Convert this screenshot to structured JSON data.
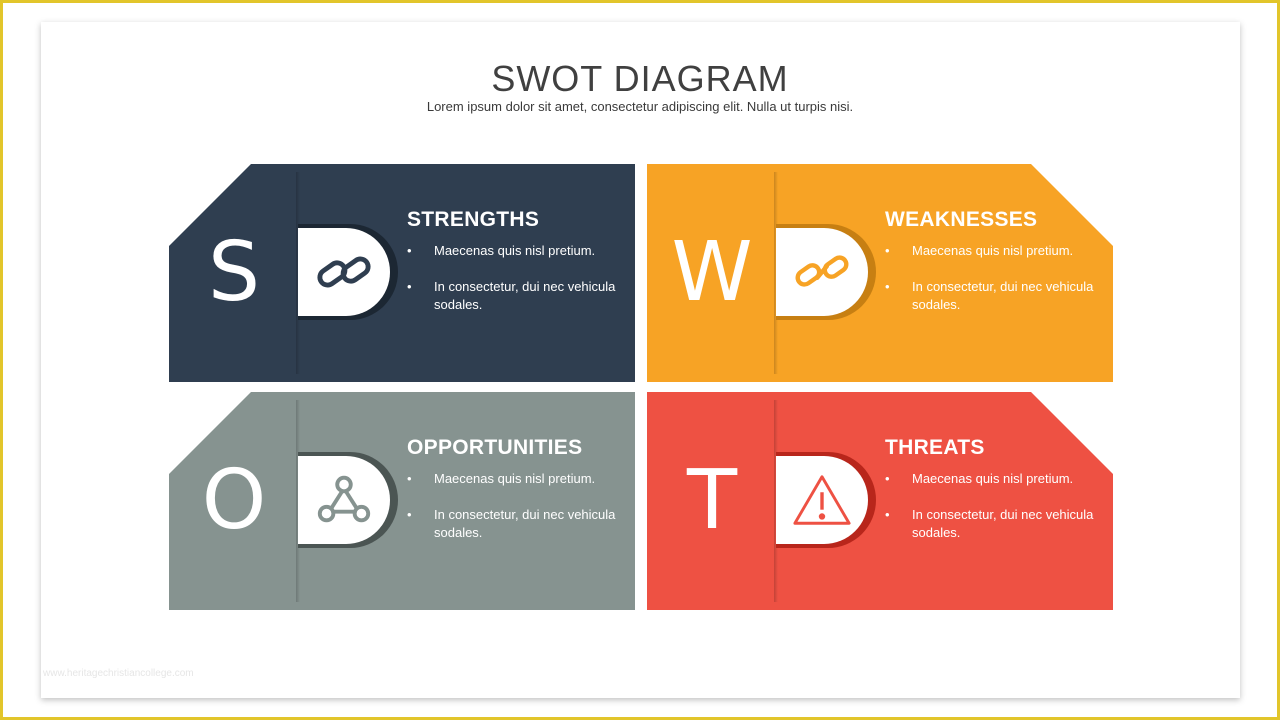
{
  "slide": {
    "title": "SWOT DIAGRAM",
    "subtitle": "Lorem ipsum dolor sit amet, consectetur adipiscing elit. Nulla ut turpis nisi.",
    "watermark": "www.heritagechristiancollege.com"
  },
  "quadrants": [
    {
      "letter": "S",
      "title": "STRENGTHS",
      "color": "#2f3e50",
      "icon": "link-icon",
      "bullets": [
        "Maecenas quis nisl pretium.",
        "In consectetur, dui nec vehicula sodales."
      ]
    },
    {
      "letter": "W",
      "title": "WEAKNESSES",
      "color": "#f7a325",
      "icon": "broken-link-icon",
      "bullets": [
        "Maecenas quis nisl pretium.",
        "In consectetur, dui nec vehicula sodales."
      ]
    },
    {
      "letter": "O",
      "title": "OPPORTUNITIES",
      "color": "#869390",
      "icon": "network-icon",
      "bullets": [
        "Maecenas quis nisl pretium.",
        "In consectetur, dui nec vehicula sodales."
      ]
    },
    {
      "letter": "T",
      "title": "THREATS",
      "color": "#ee5143",
      "icon": "warning-icon",
      "bullets": [
        "Maecenas quis nisl pretium.",
        "In consectetur, dui nec vehicula sodales."
      ]
    }
  ],
  "bullet_glyph": "•"
}
